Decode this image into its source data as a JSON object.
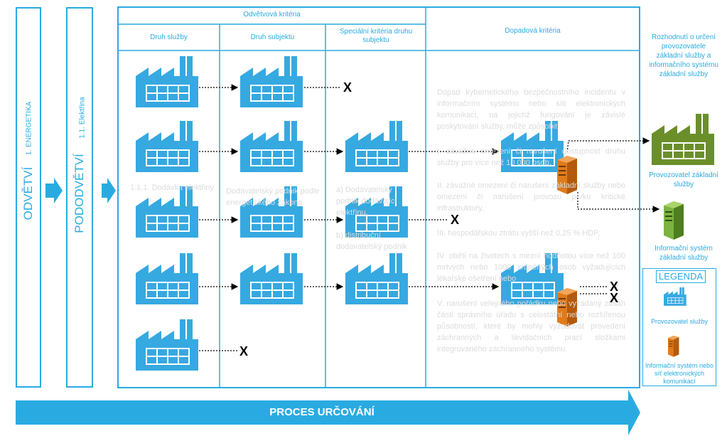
{
  "sector": {
    "title": "ODVĚTVÍ",
    "subtitle": "1. ENERGETIKA"
  },
  "subsector": {
    "title": "PODODVĚTVÍ",
    "subtitle": "1.1. Elektřina"
  },
  "header": {
    "sector_criteria": "Odvětvová kritéria",
    "col_service_type": "Druh služby",
    "col_subject_type": "Druh subjektu",
    "col_special_criteria": "Speciální kritéria druhu subjektu",
    "col_impact_criteria": "Dopadová kritéria",
    "decision": "Rozhodnutí o určení provozovatele základní služby a informačního systému základní služby"
  },
  "columns_text": {
    "service_type": "1.1.1. Dodávka elektřiny",
    "subject_type": "Dodavatelský podnik podle energetického zákona",
    "special_a": "a) Dodavatelský podnik dodávající elektřinu,",
    "special_b": "b) distribuční dodavatelský podnik",
    "impact_intro": "Dopad kybernetického bezpečnostního incidentu v informačním systému nebo síti elektronických komunikací, na jejichž fungování je závislé poskytování služby, může způsobit",
    "impact_i": "I. závažné omezení či narušení dostupnost druhu služby pro více než 10 000 osob,",
    "impact_ii": "II. závažné omezení či narušení základní služby nebo omezení či narušení provozu prvku kritické infrastruktury,",
    "impact_iii": "III. hospodářskou ztrátu vyšší než 0,25 % HDP,",
    "impact_iv": "IV. oběti na životech s mezní hodnotou více než 100 mrtvých nebo 1000 zraněných osob vyžadujících lékařské ošetření nebo",
    "impact_v": "V. narušení veřejného pořádku nebo vyžádaný zásah části správního úřadu s celostátní nebo rozšířenou působností, které by mohly vyžadovat provedení záchranných a likvidačních prací složkami integrovaného záchranného systému."
  },
  "outputs": {
    "operator": "Provozovatel základní služby",
    "info_system": "Informační systém základní služby"
  },
  "legend": {
    "title": "LEGENDA",
    "factory_label": "Provozovatel služby",
    "server_label": "Informační systém nebo síť elektronických komunikací"
  },
  "x_mark": "X",
  "process": {
    "label": "PROCES URČOVÁNÍ"
  },
  "colors": {
    "blue": "#29abe2",
    "factory_blue": "#36a9e1",
    "green": "#6a8f2a",
    "orange": "#e07b1a",
    "text_faint": "#dcdcdc"
  }
}
